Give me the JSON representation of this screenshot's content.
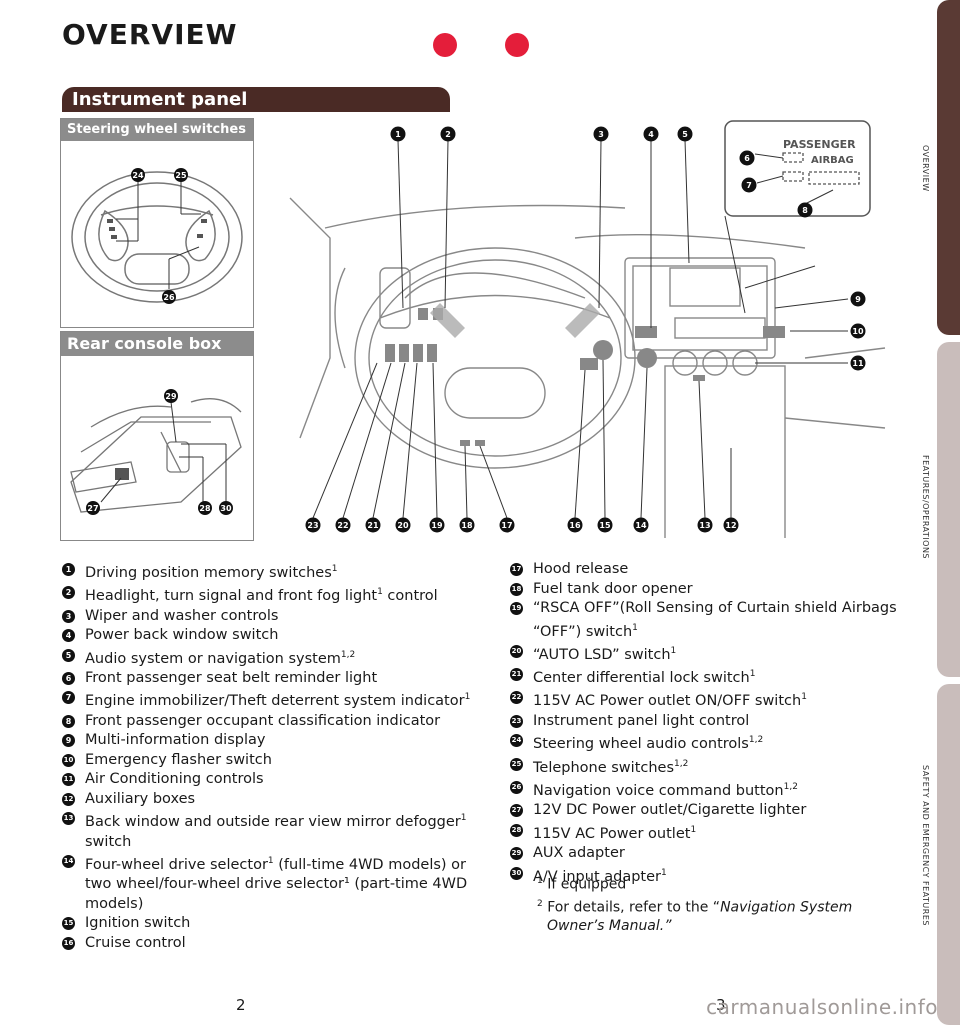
{
  "page": {
    "title": "OVERVIEW"
  },
  "section": {
    "title": "Instrument panel"
  },
  "steering_panel": {
    "label": "Steering wheel switches (if equipped)"
  },
  "console_panel": {
    "label": "Rear console box"
  },
  "airbag_label": {
    "line1": "PASSENGER",
    "line2": "AIRBAG"
  },
  "callouts": [
    "1",
    "2",
    "3",
    "4",
    "5",
    "6",
    "7",
    "8",
    "9",
    "10",
    "11",
    "12",
    "13",
    "14",
    "15",
    "16",
    "17",
    "18",
    "19",
    "20",
    "21",
    "22",
    "23",
    "24",
    "25",
    "26",
    "27",
    "28",
    "29",
    "30"
  ],
  "legend_left": [
    {
      "num": "1",
      "text": "Driving position memory switches",
      "sup": "1"
    },
    {
      "num": "2",
      "text": "Headlight, turn signal and front fog light",
      "sup": "1",
      "after": " control"
    },
    {
      "num": "3",
      "text": "Wiper and washer controls"
    },
    {
      "num": "4",
      "text": "Power back window switch"
    },
    {
      "num": "5",
      "text": "Audio system or navigation system",
      "sup": "1,2"
    },
    {
      "num": "6",
      "text": "Front passenger seat belt reminder light"
    },
    {
      "num": "7",
      "text": "Engine immobilizer/Theft deterrent system indicator",
      "sup": "1"
    },
    {
      "num": "8",
      "text": "Front passenger occupant classification indicator"
    },
    {
      "num": "9",
      "text": "Multi-information display"
    },
    {
      "num": "10",
      "text": "Emergency flasher switch"
    },
    {
      "num": "11",
      "text": "Air Conditioning controls"
    },
    {
      "num": "12",
      "text": "Auxiliary boxes"
    },
    {
      "num": "13",
      "text": "Back window and outside rear view mirror defogger",
      "sup": "1",
      "after": " switch"
    },
    {
      "num": "14",
      "text": "Four-wheel drive selector",
      "sup": "1",
      "after": " (full-time 4WD models) or two wheel/four-wheel drive selector¹ (part-time 4WD models)"
    },
    {
      "num": "15",
      "text": "Ignition switch"
    },
    {
      "num": "16",
      "text": "Cruise control"
    }
  ],
  "legend_right": [
    {
      "num": "17",
      "text": "Hood release"
    },
    {
      "num": "18",
      "text": "Fuel tank door opener"
    },
    {
      "num": "19",
      "text": "“RSCA OFF”(Roll Sensing of Curtain shield Airbags “OFF”) switch",
      "sup": "1"
    },
    {
      "num": "20",
      "text": "“AUTO LSD” switch",
      "sup": "1"
    },
    {
      "num": "21",
      "text": "Center differential lock switch",
      "sup": "1"
    },
    {
      "num": "22",
      "text": "115V AC Power outlet ON/OFF switch",
      "sup": "1"
    },
    {
      "num": "23",
      "text": "Instrument panel light control"
    },
    {
      "num": "24",
      "text": "Steering wheel audio controls",
      "sup": "1,2"
    },
    {
      "num": "25",
      "text": "Telephone switches",
      "sup": "1,2"
    },
    {
      "num": "26",
      "text": "Navigation voice command button",
      "sup": "1,2"
    },
    {
      "num": "27",
      "text": "12V DC Power outlet/Cigarette lighter"
    },
    {
      "num": "28",
      "text": "115V AC Power outlet",
      "sup": "1"
    },
    {
      "num": "29",
      "text": "AUX adapter"
    },
    {
      "num": "30",
      "text": "A/V input adapter",
      "sup": "1"
    }
  ],
  "notes": {
    "note1_sup": "1",
    "note1": "If equipped",
    "note2_sup": "2",
    "note2_prefix": "For details, refer to the “",
    "note2_italic": "Navigation System Owner’s Manual.”"
  },
  "page_numbers": {
    "left": "2",
    "right": "3"
  },
  "side_tabs": [
    {
      "label": "OVERVIEW",
      "color": "#5a3a34"
    },
    {
      "label": "FEATURES/OPERATIONS",
      "color": "#c9bdbb"
    },
    {
      "label": "SAFETY AND EMERGENCY FEATURES",
      "color": "#c9bdbb"
    }
  ],
  "watermark": "carmanualsonline.info"
}
